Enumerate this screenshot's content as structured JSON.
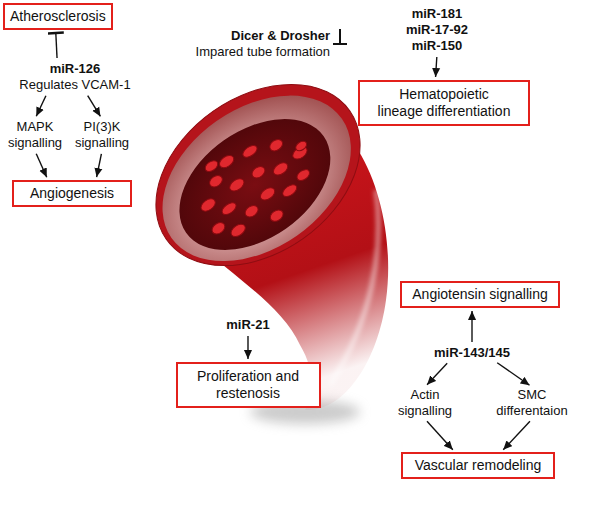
{
  "diagram": {
    "nodes": [
      {
        "text": [
          "Atherosclerosis"
        ]
      },
      {
        "text": [
          "Dicer & Drosher",
          "Impared tube formation"
        ]
      },
      {
        "text": [
          "miR-181",
          "miR-17-92",
          "miR-150"
        ]
      },
      {
        "text": [
          "miR-126",
          "Regulates VCAM-1"
        ]
      },
      {
        "text": [
          "Hematopoietic lineage differentiation"
        ]
      },
      {
        "text": [
          "MAPK signalling"
        ]
      },
      {
        "text": [
          "PI(3)K signalling"
        ]
      },
      {
        "text": [
          "Angiogenesis"
        ]
      },
      {
        "text": [
          "Angiotensin signalling"
        ]
      },
      {
        "text": [
          "miR-21"
        ]
      },
      {
        "text": [
          "miR-143/145"
        ]
      },
      {
        "text": [
          "Proliferation and restenosis"
        ]
      },
      {
        "text": [
          "Actin signalling"
        ]
      },
      {
        "text": [
          "SMC differentaion"
        ]
      },
      {
        "text": [
          "Vascular remodeling"
        ]
      }
    ],
    "edges": [
      {
        "from": 3,
        "to": 0,
        "arrow": "to"
      },
      {
        "from": 2,
        "to": 4,
        "arrow": "to"
      },
      {
        "from": 3,
        "to": 5,
        "arrow": "to"
      },
      {
        "from": 3,
        "to": 6,
        "arrow": "to"
      },
      {
        "from": 5,
        "to": 7,
        "arrow": "to"
      },
      {
        "from": 6,
        "to": 7,
        "arrow": "to"
      },
      {
        "from": 9,
        "to": 11,
        "arrow": "to"
      },
      {
        "from": 10,
        "to": 8,
        "arrow": "to"
      },
      {
        "from": 10,
        "to": 12,
        "arrow": "to"
      },
      {
        "from": 10,
        "to": 13,
        "arrow": "to"
      },
      {
        "from": 12,
        "to": 14,
        "arrow": "to"
      },
      {
        "from": 13,
        "to": 14,
        "arrow": "to"
      }
    ]
  }
}
